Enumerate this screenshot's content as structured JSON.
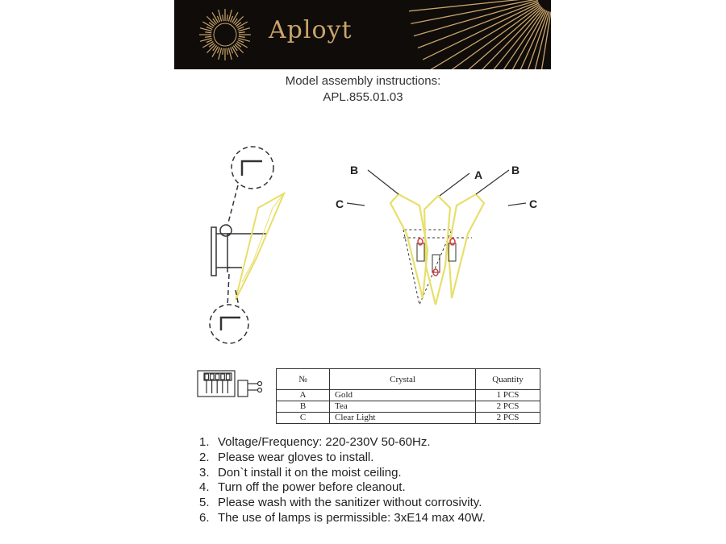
{
  "brand": {
    "name": "Aployt"
  },
  "heading": {
    "line1": "Model assembly instructions:",
    "line2": "APL.855.01.03"
  },
  "diagram": {
    "labels": {
      "a": "A",
      "b_left": "B",
      "b_right": "B",
      "c_left": "C",
      "c_right": "C"
    },
    "colors": {
      "crystal": "#e8df6a",
      "bulb": "#e23b3b",
      "line": "#333333"
    }
  },
  "table": {
    "headers": [
      "№",
      "Crystal",
      "Quantity"
    ],
    "rows": [
      [
        "A",
        "Gold",
        "1 PCS"
      ],
      [
        "B",
        "Tea",
        "2 PCS"
      ],
      [
        "C",
        "Clear Light",
        "2 PCS"
      ]
    ]
  },
  "notes": [
    {
      "num": "1.",
      "text": "Voltage/Frequency: 220-230V 50-60Hz."
    },
    {
      "num": "2.",
      "text": "Please wear gloves to install."
    },
    {
      "num": "3.",
      "text": "Don`t install it on the moist ceiling."
    },
    {
      "num": "4.",
      "text": "Turn off the power before cleanout."
    },
    {
      "num": "5.",
      "text": "Please wash with the sanitizer without corrosivity."
    },
    {
      "num": "6.",
      "text": "The use of lamps is permissible: 3xE14 max 40W."
    }
  ],
  "colors": {
    "banner_bg": "#0f0c0a",
    "brand_gold": "#c9a46b"
  }
}
